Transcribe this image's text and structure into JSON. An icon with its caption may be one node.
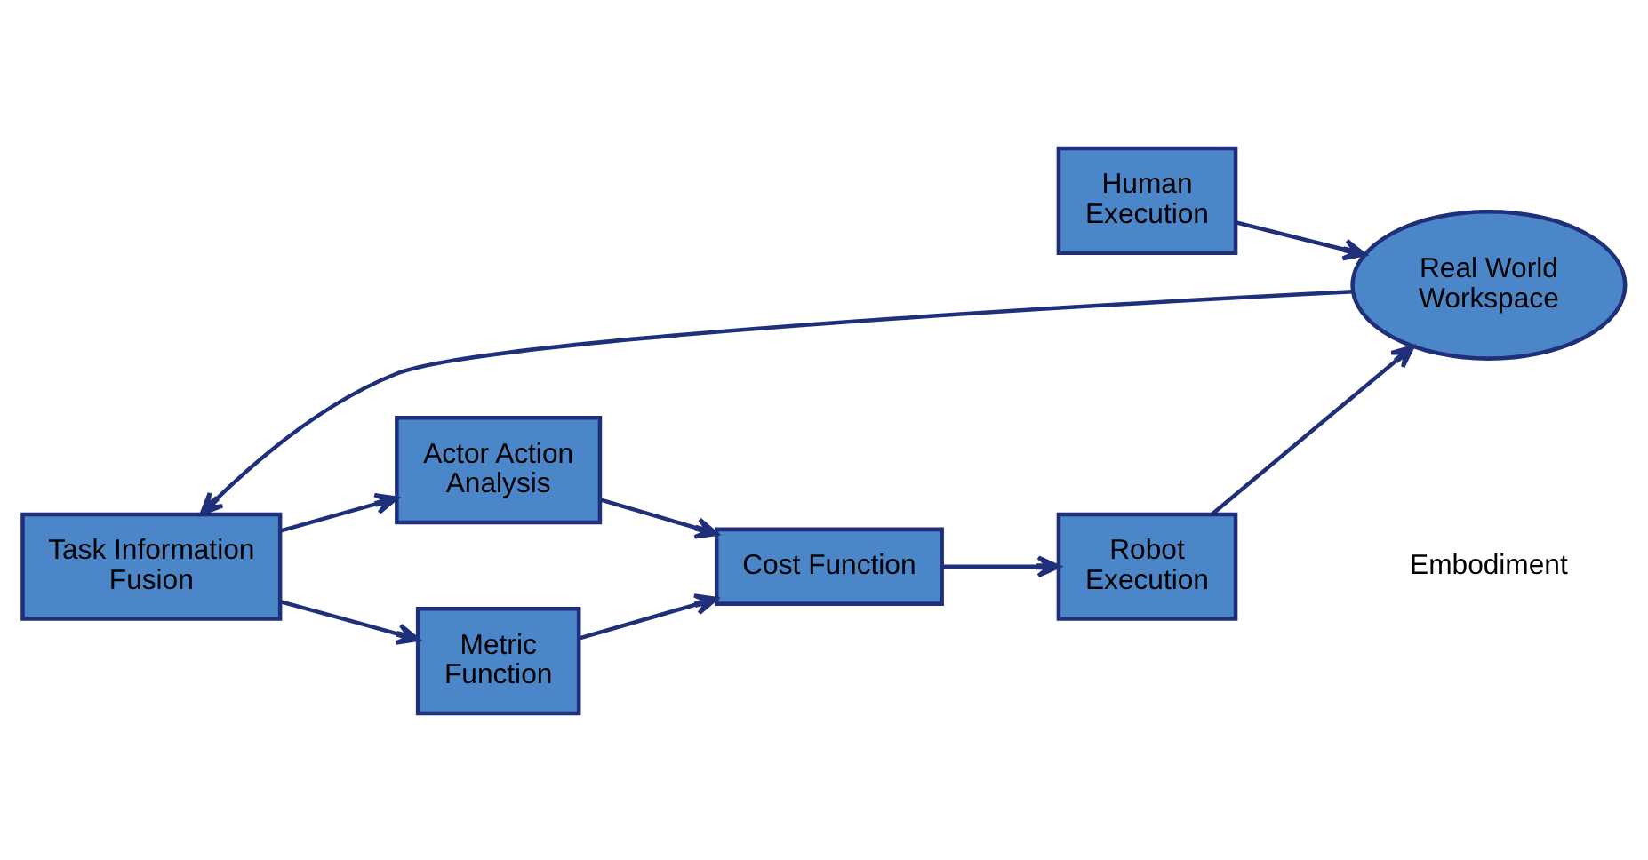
{
  "diagram": {
    "nodes": [
      {
        "text": [
          "Actor Action Analysis"
        ]
      },
      {
        "text": [
          "Metric Function"
        ]
      },
      {
        "text": [
          "Cost Function"
        ]
      },
      {
        "text": [
          "Robot Execution"
        ]
      },
      {
        "text": [
          "Human Execution"
        ]
      },
      {
        "text": [
          "Real World Workspace"
        ]
      },
      {
        "text": [
          "Task Information Fusion"
        ]
      }
    ],
    "edges": [
      {
        "from": 6,
        "to": 0,
        "arrow": "to"
      },
      {
        "from": 6,
        "to": 1,
        "arrow": "to"
      },
      {
        "from": 0,
        "to": 2,
        "arrow": "to"
      },
      {
        "from": 1,
        "to": 2,
        "arrow": "to"
      },
      {
        "from": 2,
        "to": 3,
        "arrow": "to"
      },
      {
        "from": 3,
        "to": 5,
        "arrow": "to"
      },
      {
        "from": 4,
        "to": 5,
        "arrow": "to"
      },
      {
        "from": 5,
        "to": 6,
        "arrow": "to"
      }
    ],
    "labels": [
      "Embodiment"
    ]
  }
}
